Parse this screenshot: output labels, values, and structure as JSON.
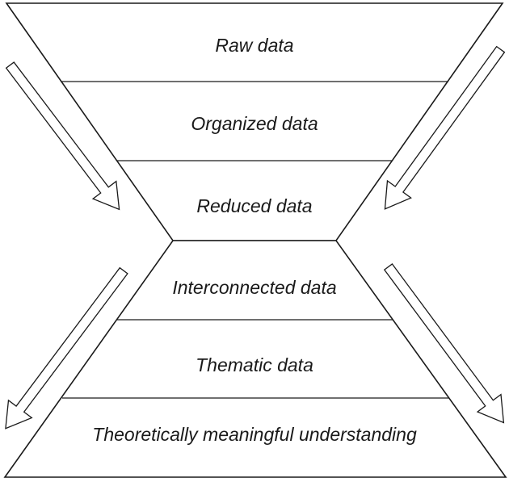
{
  "layers": [
    {
      "label": "Raw data"
    },
    {
      "label": "Organized data"
    },
    {
      "label": "Reduced data"
    },
    {
      "label": "Interconnected data"
    },
    {
      "label": "Thematic data"
    },
    {
      "label": "Theoretically meaningful understanding"
    }
  ],
  "colors": {
    "line": "#1a1a1a",
    "fill": "#ffffff"
  }
}
